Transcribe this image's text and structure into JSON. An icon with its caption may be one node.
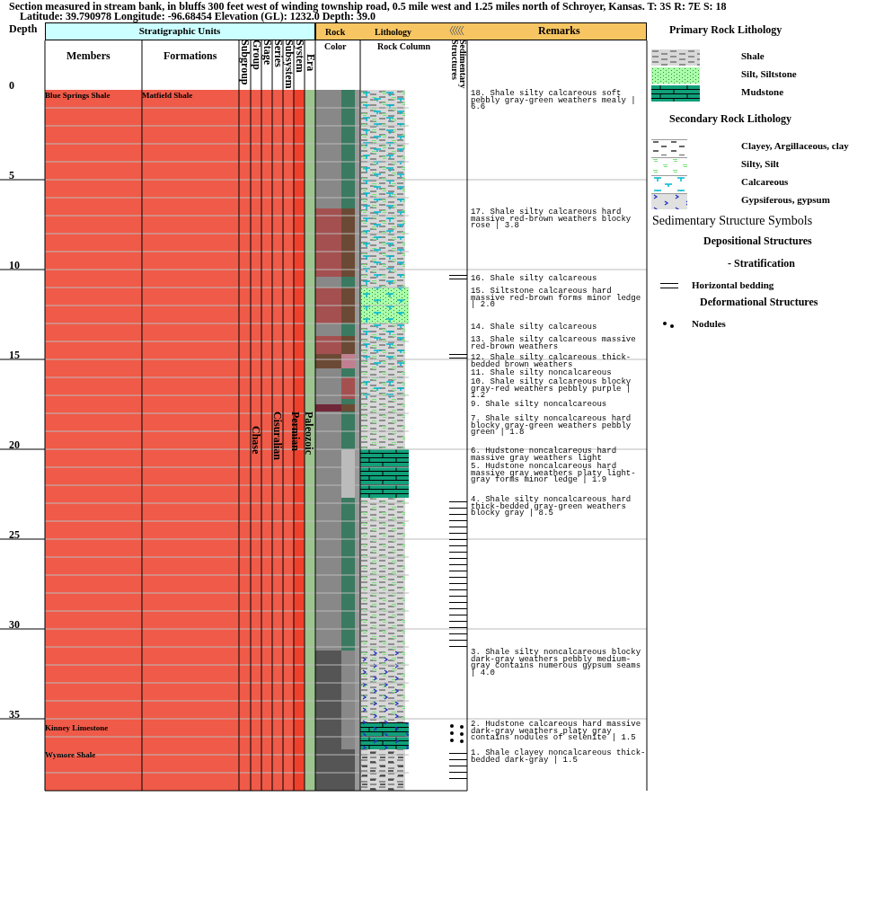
{
  "diagram": {
    "title": "Section measured in stream bank,  in bluffs 300 feet west of winding township road, 0.5 mile west and 1.25 miles north of Schroyer, Kansas.  T: 3S R: 7E S: 18",
    "labels": [
      "Latitude: 39.790978 Longitude: -96.68454 Elevation (GL): 1232.0 Depth: 39.0",
      "Depth",
      "Stratigraphic Units",
      "Rock",
      "Lithology",
      "Remarks",
      "Members",
      "Formations",
      "Subgroup",
      "Group",
      "Stage",
      "Series",
      "Subsystem",
      "System",
      "Era",
      "Color",
      "Rock Column",
      "Sedimentary Structures",
      "0",
      "5",
      "10",
      "15",
      "20",
      "25",
      "30",
      "35",
      "Blue Springs Shale",
      "Matfield Shale",
      "Kinney Limestone",
      "Wymore Shale",
      "Chase",
      "Cisuralian",
      "Permian",
      "Paleozoic",
      "18. Shale silty calcareous soft pebbly gray-green weathers mealy | 6.6",
      "17. Shale silty calcareous hard massive red-brown weathers blocky rose | 3.8",
      "16. Shale silty calcareous",
      "15. Siltstone calcareous hard massive red-brown forms minor ledge | 2.0",
      "14. Shale silty calcareous",
      "13. Shale silty calcareous massive red-brown weathers",
      "12. Shale silty calcareous thick-bedded brown weathers",
      "11. Shale silty noncalcareous",
      "10. Shale silty calcareous blocky gray-red weathers pebbly purple | 1.2",
      "9. Shale silty noncalcareous",
      "7. Shale silty noncalcareous hard blocky gray-green weathers pebbly green | 1.8",
      "6. Hudstone noncalcareous hard massive gray weathers light",
      "5. Hudstone noncalcareous hard massive gray weathers platy light-gray forms minor ledge | 1.9",
      "4. Shale silty noncalcareous hard thick-bedded gray-green weathers blocky gray | 8.5",
      "3. Shale silty noncalcareous blocky dark-gray weathers pebbly medium-gray contains numerous gypsum seams | 4.0",
      "2. Hudstone calcareous hard massive dark-gray weathers platy gray contains nodules of selenite | 1.5",
      "1. Shale clayey noncalcareous thick-bedded dark-gray | 1.5",
      "Primary Rock Lithology",
      "Secondary Rock Lithology",
      "Sedimentary Structure Symbols",
      "Depositional Structures",
      "- Stratification",
      "Deformational Structures"
    ],
    "legend": [
      {
        "text": "Shale"
      },
      {
        "text": "Silt, Siltstone"
      },
      {
        "text": "Mudstone"
      },
      {
        "text": "Clayey, Argillaceous, clay"
      },
      {
        "text": "Silty, Silt"
      },
      {
        "text": "Calcareous"
      },
      {
        "text": "Gypsiferous, gypsum"
      },
      {
        "text": "Horizontal bedding"
      },
      {
        "text": "Nodules"
      }
    ]
  }
}
